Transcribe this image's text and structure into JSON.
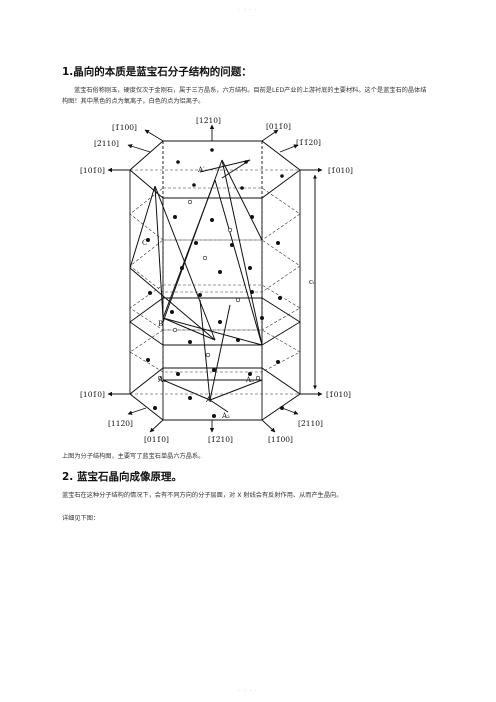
{
  "header_mark": "- - - -",
  "footer_mark": "- - - -",
  "section1": {
    "title": "1.晶向的本质是蓝宝石分子结构的问题：",
    "paragraph": "蓝宝石俗称刚玉，硬度仅次于金刚石，属于三方晶系，六方结构。目前是LED产业的上游衬底的主要材料。这个是蓝宝石的晶体结构图！其中黑色的点为氧离子，白色的点为铝离子。"
  },
  "figure": {
    "direction_labels": {
      "top_1": "[1̄100]",
      "top_2": "[12̄10]",
      "top_3": "[011̄0]",
      "top_4": "[2̄110]",
      "top_5": "[1̄1̄20]",
      "left_top": "[101̄0]",
      "right_top": "[1̄010]",
      "left_bottom": "[101̄0]",
      "right_bottom": "[1̄010]",
      "bot_1": "[112̄0]",
      "bot_2": "[011̄0]",
      "bot_3": "[1̄2̄10]",
      "bot_4": "[2̄110]",
      "bot_5": "[11̄00]"
    },
    "point_labels": {
      "a_prime": "A′",
      "c_prime": "C′",
      "b_prime": "B′",
      "a1": "A₁",
      "a2": "A₂",
      "a3": "A₃",
      "a": "A",
      "c0": "c₀"
    }
  },
  "caption": "上图为分子结构图，主要写了蓝宝石单晶六方晶系。",
  "section2": {
    "title": "2. 蓝宝石晶向成像原理。",
    "paragraph": "蓝宝石在这种分子结构的情况下，会有不同方向的分子层面，对 X 射线会有反射作用、从而产生晶向。",
    "note": "详细见下图："
  }
}
